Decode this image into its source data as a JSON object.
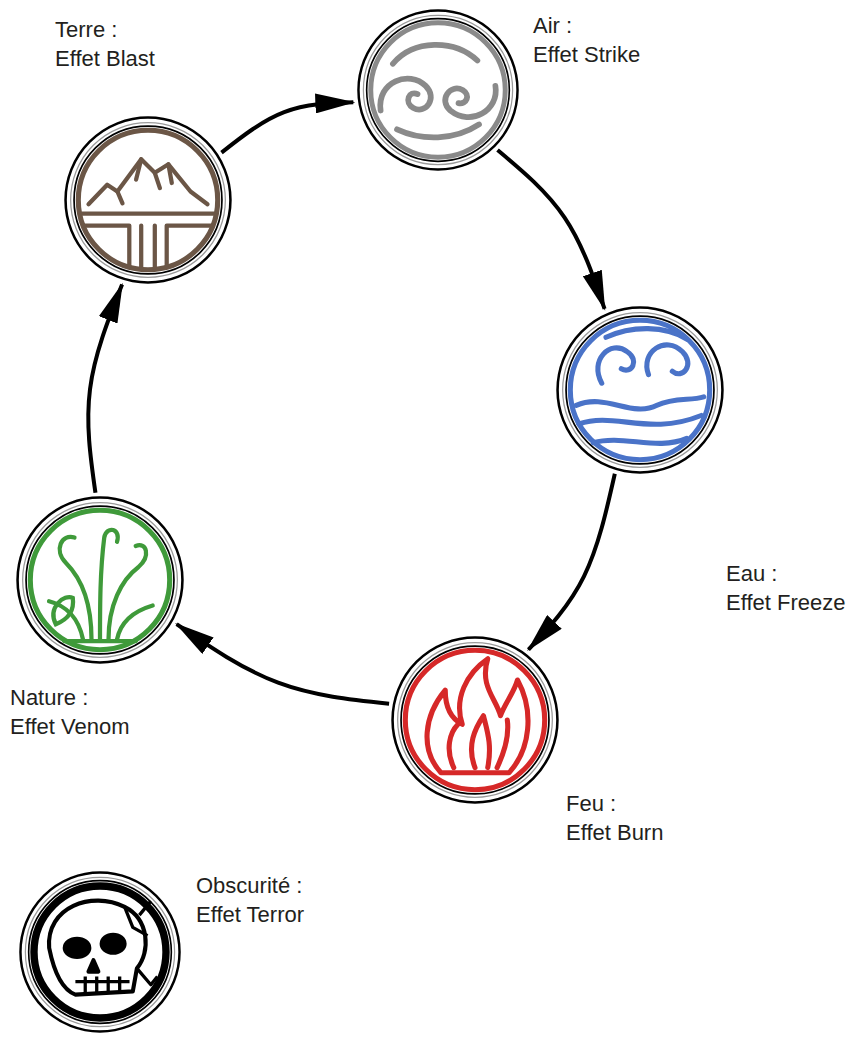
{
  "diagram": {
    "nodes": [
      {
        "text": [
          "Terre :",
          "Effet Blast"
        ]
      },
      {
        "text": [
          "Air :",
          "Effet Strike"
        ]
      },
      {
        "text": [
          "Eau :",
          "Effet Freeze"
        ]
      },
      {
        "text": [
          "Feu :",
          "Effet Burn"
        ]
      },
      {
        "text": [
          "Nature :",
          "Effet Venom"
        ]
      },
      {
        "text": [
          "Obscurité :",
          "Effet Terror"
        ]
      }
    ],
    "edges": [
      {
        "from": 0,
        "to": 1,
        "arrow": "to"
      },
      {
        "from": 1,
        "to": 2,
        "arrow": "to"
      },
      {
        "from": 2,
        "to": 3,
        "arrow": "to"
      },
      {
        "from": 3,
        "to": 4,
        "arrow": "to"
      },
      {
        "from": 4,
        "to": 0,
        "arrow": "to"
      }
    ]
  }
}
